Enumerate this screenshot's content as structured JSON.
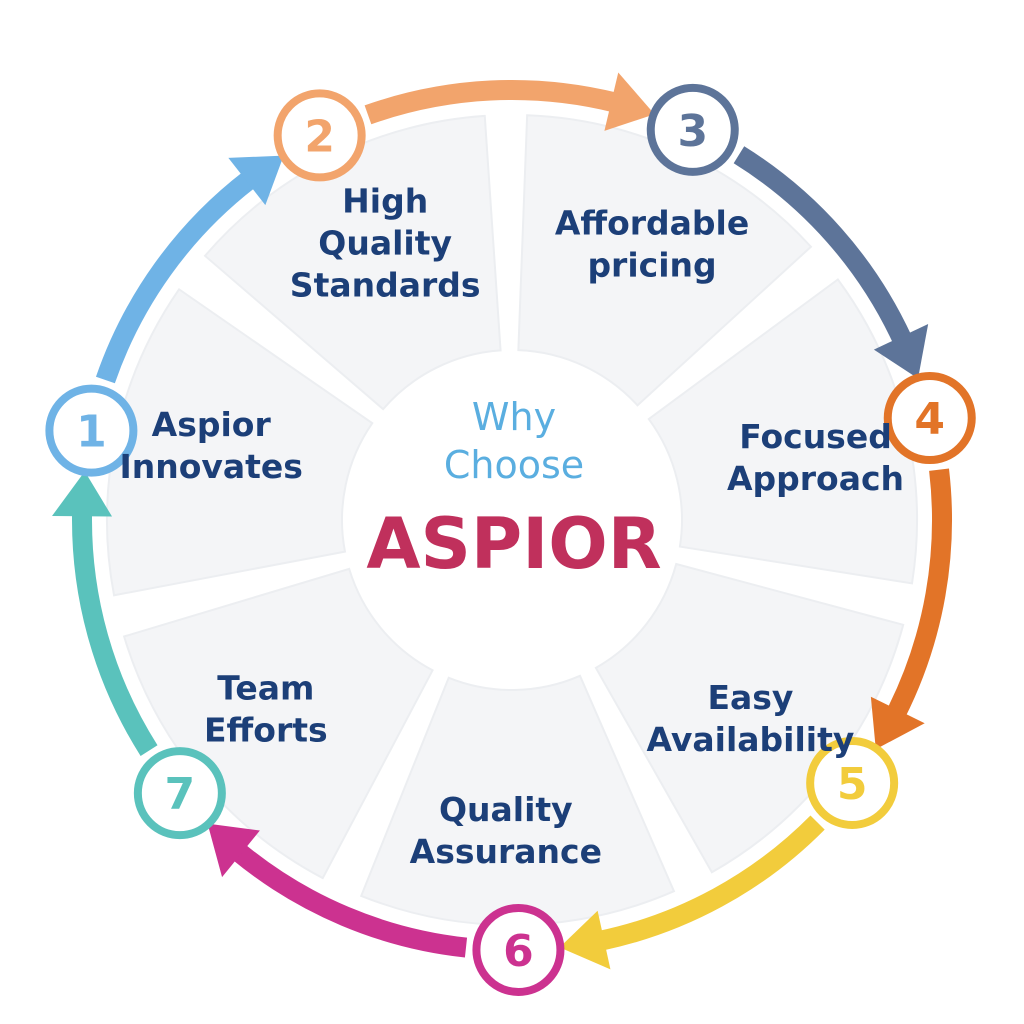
{
  "center": {
    "line1": "Why",
    "line2": "Choose",
    "brand": "ASPIOR",
    "line_color": "#5aaee0",
    "brand_color": "#c0305c"
  },
  "label_color": "#1c3f78",
  "steps": [
    {
      "number": "1",
      "lines": [
        "Aspior",
        "Innovates"
      ],
      "color": "#6fb3e6"
    },
    {
      "number": "2",
      "lines": [
        "High",
        "Quality",
        "Standards"
      ],
      "color": "#f2a46c"
    },
    {
      "number": "3",
      "lines": [
        "Affordable",
        "pricing"
      ],
      "color": "#5d7499"
    },
    {
      "number": "4",
      "lines": [
        "Focused",
        "Approach"
      ],
      "color": "#e27428"
    },
    {
      "number": "5",
      "lines": [
        "Easy",
        "Availability"
      ],
      "color": "#f2cc3c"
    },
    {
      "number": "6",
      "lines": [
        "Quality",
        "Assurance"
      ],
      "color": "#cc3290"
    },
    {
      "number": "7",
      "lines": [
        "Team",
        "Efforts"
      ],
      "color": "#5ac2bc"
    }
  ]
}
